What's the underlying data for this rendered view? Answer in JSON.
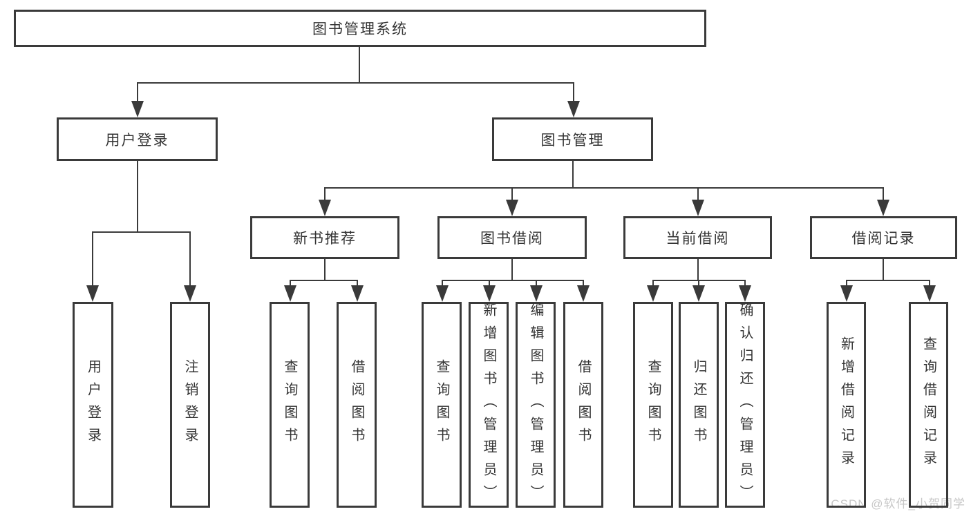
{
  "diagram": {
    "title": "图书管理系统",
    "root": {
      "label": "图书管理系统"
    },
    "level2": {
      "user_login": {
        "label": "用户登录"
      },
      "book_management": {
        "label": "图书管理"
      }
    },
    "level3": {
      "new_book_recommend": {
        "label": "新书推荐"
      },
      "book_borrow": {
        "label": "图书借阅"
      },
      "current_borrow": {
        "label": "当前借阅"
      },
      "borrow_records": {
        "label": "借阅记录"
      }
    },
    "leaves": {
      "user_login_action": {
        "label": "用户登录"
      },
      "logout_action": {
        "label": "注销登录"
      },
      "recommend_query_books": {
        "label": "查询图书"
      },
      "recommend_borrow_books": {
        "label": "借阅图书"
      },
      "borrow_query_books": {
        "label": "查询图书"
      },
      "borrow_add_books": {
        "label": "新增图书（管理员）"
      },
      "borrow_edit_books": {
        "label": "编辑图书（管理员）"
      },
      "borrow_borrow_books": {
        "label": "借阅图书"
      },
      "current_query_books": {
        "label": "查询图书"
      },
      "current_return_books": {
        "label": "归还图书"
      },
      "current_confirm_return": {
        "label": "确认归还（管理员）"
      },
      "records_add_record": {
        "label": "新增借阅记录"
      },
      "records_query_record": {
        "label": "查询借阅记录"
      }
    }
  },
  "watermark": {
    "text": "CSDN @软件_小贺同学"
  },
  "colors": {
    "line": "#3a3a3a",
    "text": "#333333",
    "watermark": "#c7c7c7",
    "background": "#ffffff"
  }
}
